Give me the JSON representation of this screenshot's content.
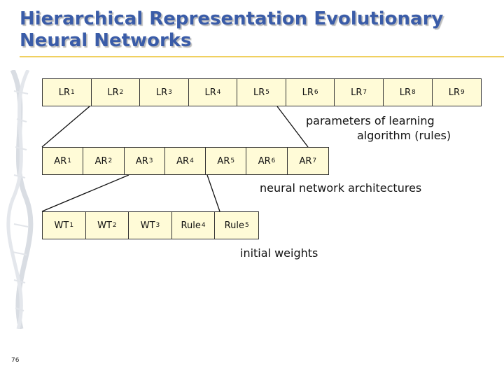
{
  "slide": {
    "title_line1": "Hierarchical Representation Evolutionary",
    "title_line2": "Neural Networks",
    "page_number": "76"
  },
  "colors": {
    "title": "#3a5ca8",
    "accent_line": "#f0d060",
    "cell_fill": "#fffbd7"
  },
  "levels": {
    "learning_rules": {
      "cells": [
        {
          "base": "LR",
          "sub": "1"
        },
        {
          "base": "LR",
          "sub": "2"
        },
        {
          "base": "LR",
          "sub": "3"
        },
        {
          "base": "LR",
          "sub": "4"
        },
        {
          "base": "LR",
          "sub": "5"
        },
        {
          "base": "LR",
          "sub": "6"
        },
        {
          "base": "LR",
          "sub": "7"
        },
        {
          "base": "LR",
          "sub": "8"
        },
        {
          "base": "LR",
          "sub": "9"
        }
      ],
      "label_line1": "parameters of learning",
      "label_line2": "algorithm (rules)"
    },
    "architectures": {
      "cells": [
        {
          "base": "AR",
          "sub": "1"
        },
        {
          "base": "AR",
          "sub": "2"
        },
        {
          "base": "AR",
          "sub": "3"
        },
        {
          "base": "AR",
          "sub": "4"
        },
        {
          "base": "AR",
          "sub": "5"
        },
        {
          "base": "AR",
          "sub": "6"
        },
        {
          "base": "AR",
          "sub": "7"
        }
      ],
      "label": "neural network architectures"
    },
    "weights": {
      "cells": [
        {
          "base": "WT",
          "sub": "1"
        },
        {
          "base": "WT",
          "sub": "2"
        },
        {
          "base": "WT",
          "sub": "3"
        },
        {
          "base": "Rule",
          "sub": "4"
        },
        {
          "base": "Rule",
          "sub": "5"
        }
      ],
      "label": "initial weights"
    }
  }
}
